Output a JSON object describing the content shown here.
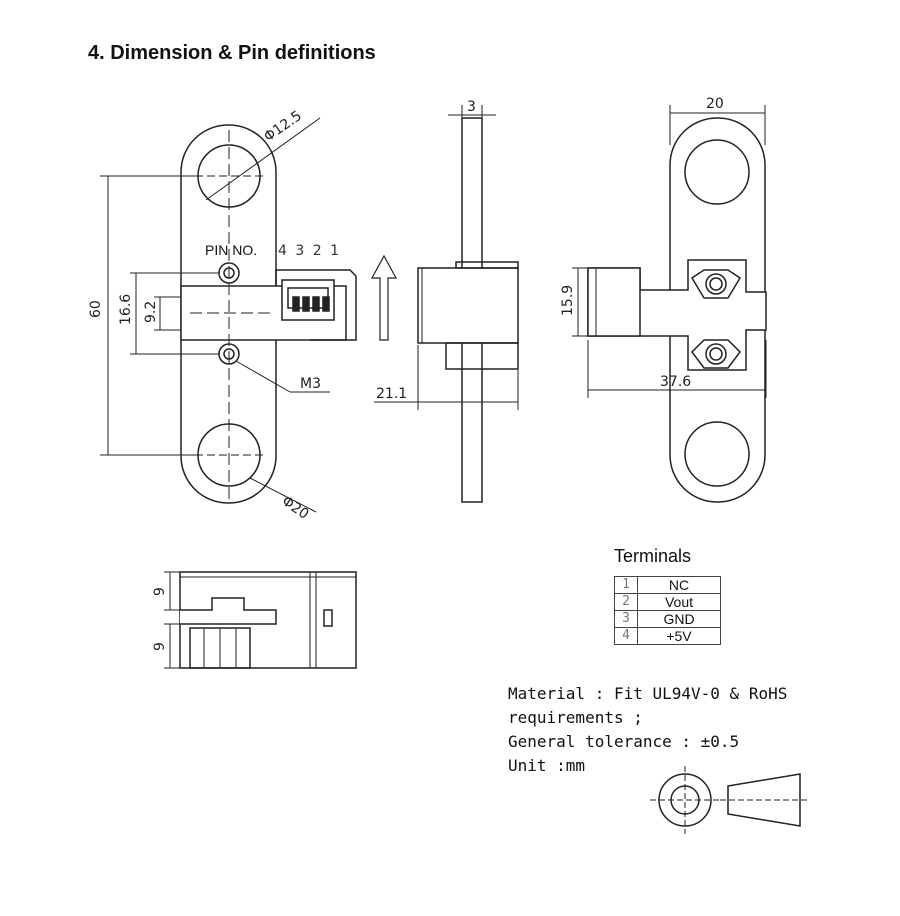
{
  "page": {
    "title": "4.  Dimension & Pin definitions"
  },
  "diagram": {
    "dims": {
      "hole_dia": "Φ12.5",
      "length": "60",
      "pitch": "16.6",
      "mid": "9.2",
      "screw": "M3",
      "end_dia": "Φ20",
      "thickness": "3",
      "depth": "21.1",
      "width": "20",
      "height": "15.9",
      "span": "37.6",
      "bottom_top": "9",
      "bottom_bottom": "9"
    },
    "pin_label": "PIN NO.",
    "pin_numbers": "4 3  2 1"
  },
  "terminals": {
    "title": "Terminals",
    "rows": [
      {
        "num": "1",
        "name": "NC"
      },
      {
        "num": "2",
        "name": "Vout"
      },
      {
        "num": "3",
        "name": "GND"
      },
      {
        "num": "4",
        "name": "+5V"
      }
    ]
  },
  "notes": {
    "line1": "Material : Fit UL94V-0 & RoHS",
    "line2": "requirements ;",
    "line3": "General tolerance : ±0.5",
    "line4": "Unit :mm"
  }
}
